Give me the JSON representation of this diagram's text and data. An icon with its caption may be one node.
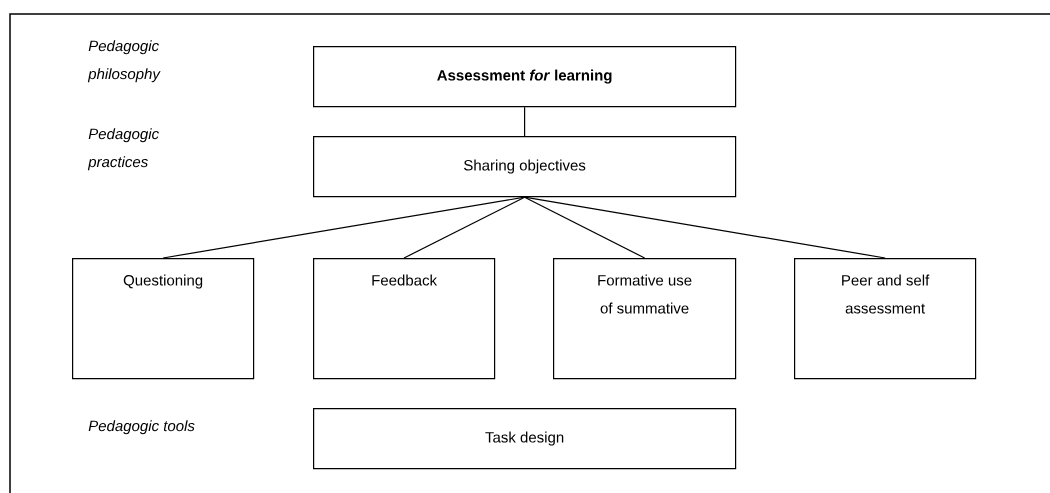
{
  "diagram": {
    "nodes": [
      {
        "text": [
          "Assessment *for* learning"
        ]
      },
      {
        "text": [
          "Sharing objectives"
        ]
      },
      {
        "text": [
          "Questioning"
        ]
      },
      {
        "text": [
          "Feedback"
        ]
      },
      {
        "text": [
          "Formative use of summative"
        ]
      },
      {
        "text": [
          "Peer and self assessment"
        ]
      },
      {
        "text": [
          "Task design"
        ]
      }
    ],
    "edges": [
      {
        "from": 0,
        "to": 1,
        "arrow": "none"
      },
      {
        "from": 1,
        "to": 2,
        "arrow": "none"
      },
      {
        "from": 1,
        "to": 3,
        "arrow": "none"
      },
      {
        "from": 1,
        "to": 4,
        "arrow": "none"
      },
      {
        "from": 1,
        "to": 5,
        "arrow": "none"
      }
    ],
    "labels": [
      "Pedagogic philosophy",
      "Pedagogic practices",
      "Pedagogic tools"
    ]
  }
}
